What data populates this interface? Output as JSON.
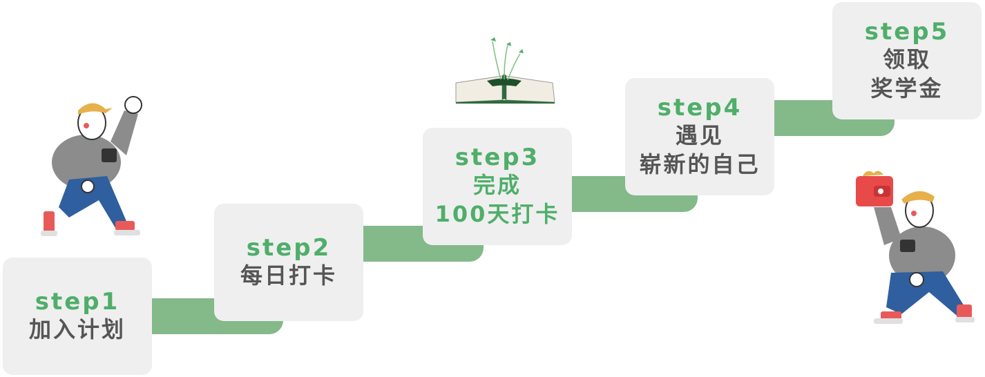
{
  "steps": [
    {
      "label": "step1",
      "text": "加入计划",
      "text_color": "#555555"
    },
    {
      "label": "step2",
      "text": "每日打卡",
      "text_color": "#555555"
    },
    {
      "label": "step3",
      "text": "完成\n100天打卡",
      "text_color": "#4fae6a"
    },
    {
      "label": "step4",
      "text": "遇见\n崭新的自己",
      "text_color": "#555555"
    },
    {
      "label": "step5",
      "text": "领取\n奖学金",
      "text_color": "#555555"
    }
  ],
  "colors": {
    "accent": "#4fae6a",
    "connector": "#84b98a",
    "card": "#efefef",
    "text": "#555555"
  },
  "illustrations": [
    "waving-man-illustration",
    "open-book-sprout-illustration",
    "man-holding-wallet-illustration"
  ]
}
